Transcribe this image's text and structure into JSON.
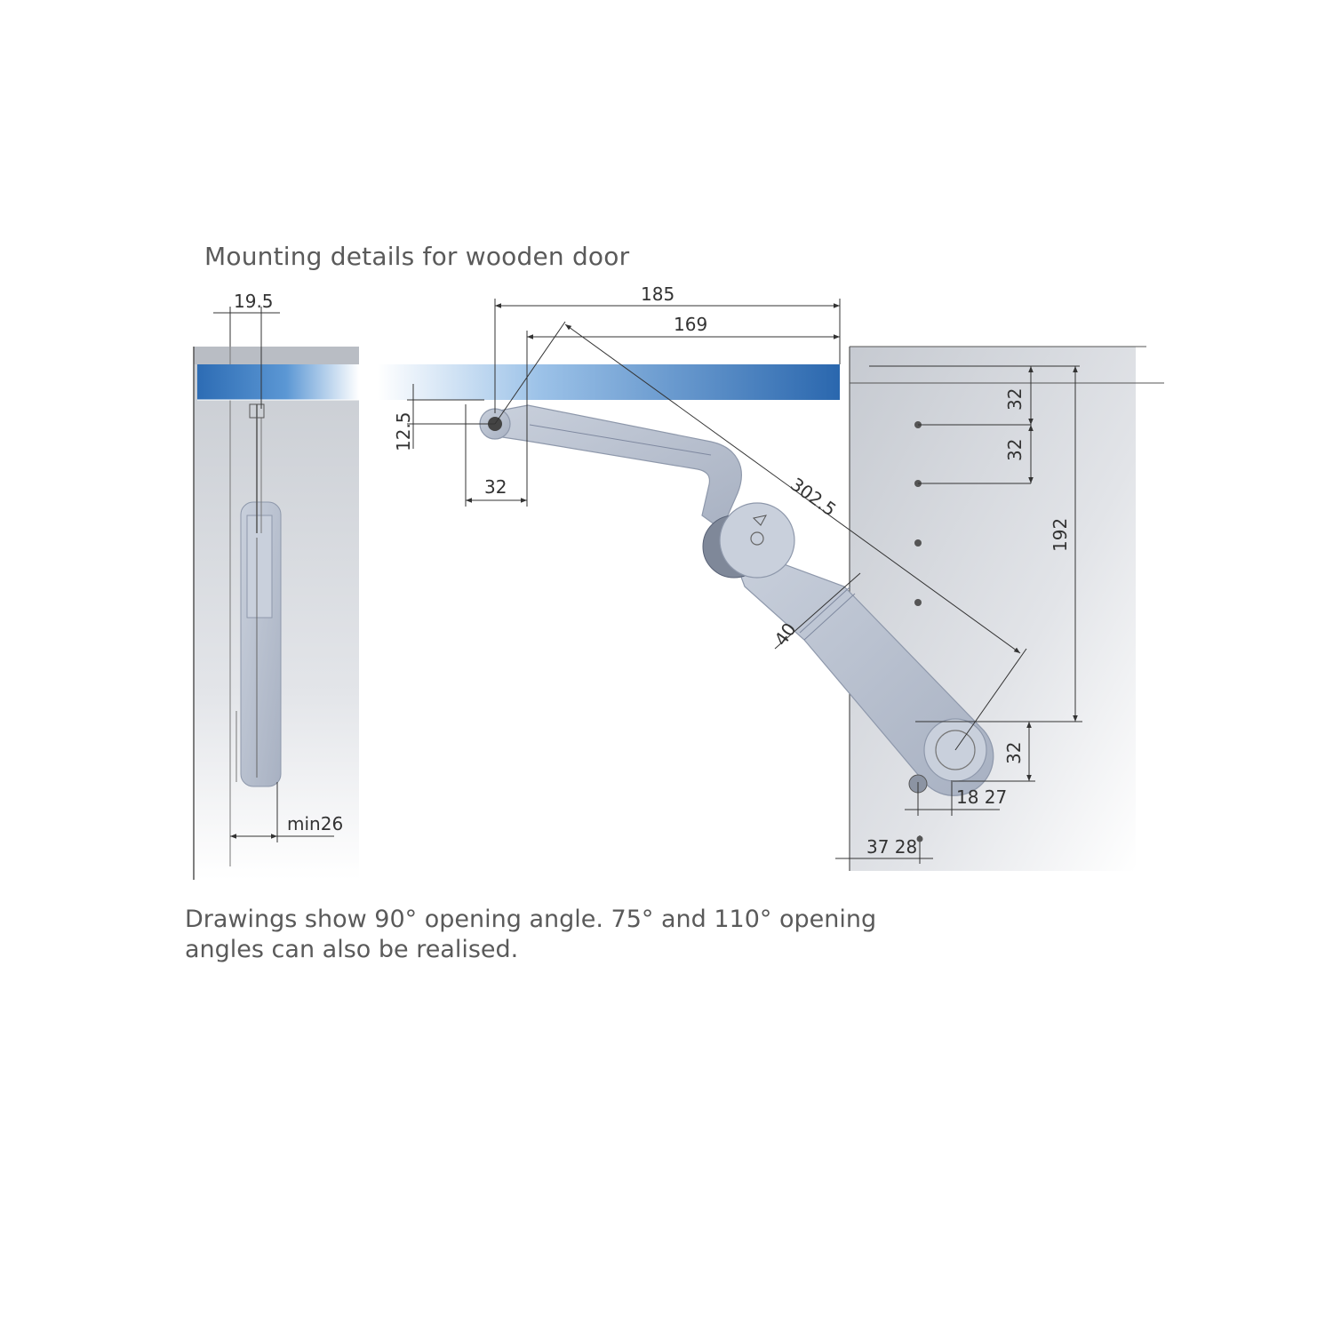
{
  "title": "Mounting details for wooden door",
  "note": {
    "line1": "Drawings show 90° opening angle. 75° and 110° opening",
    "line2": "angles can also be realised."
  },
  "dimensions": {
    "side_19_5": "19.5",
    "side_min26": "min26",
    "top_185": "185",
    "top_169": "169",
    "v_12_5": "12.5",
    "h_32": "32",
    "diag_302_5": "302.5",
    "arm_40": "40",
    "right_32a": "32",
    "right_32b": "32",
    "right_192": "192",
    "right_32c": "32",
    "bottom_18_27": "18 27",
    "bottom_37_28": "37 28"
  },
  "colors": {
    "panel_blue": "#2e6db5",
    "cabinet_gray": "#c9cdd3",
    "hinge_gray": "#b4bccb",
    "dimension_line": "#333333"
  }
}
